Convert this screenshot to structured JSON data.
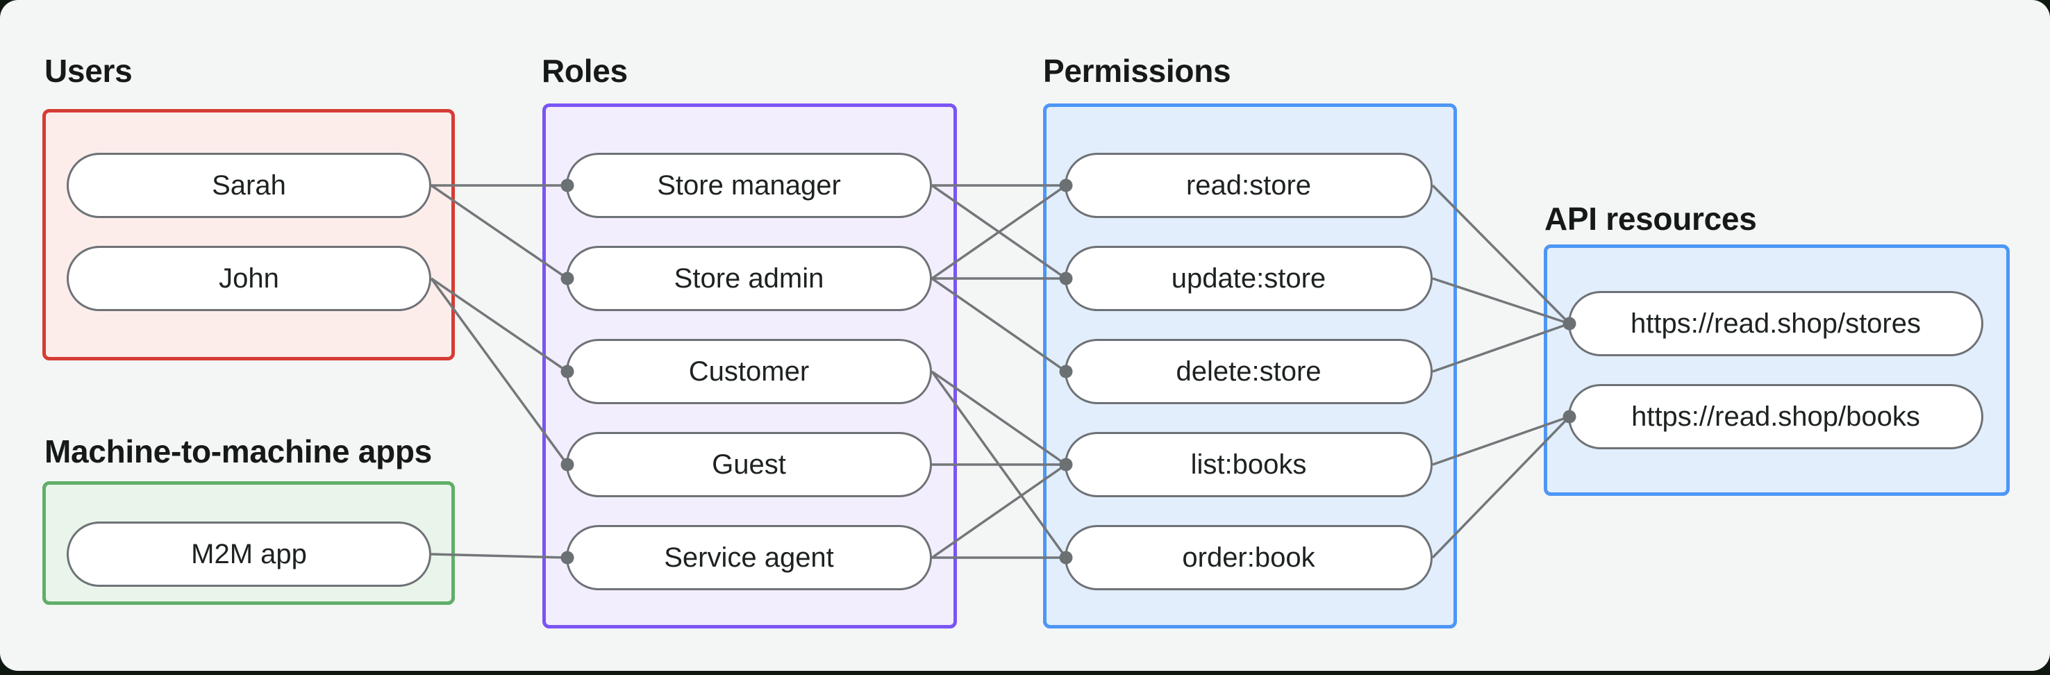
{
  "page": {
    "frame_background": "#0f1912",
    "canvas_background": "#f4f6f5"
  },
  "diagram": {
    "groups": [
      {
        "id": "users",
        "label": "Users",
        "border_color": "#d53c35",
        "fill_color": "#fcedeb"
      },
      {
        "id": "m2m",
        "label": "Machine-to-machine apps",
        "border_color": "#61ae69",
        "fill_color": "#e9f5ea"
      },
      {
        "id": "roles",
        "label": "Roles",
        "border_color": "#7a55f3",
        "fill_color": "#f3eefd"
      },
      {
        "id": "permissions",
        "label": "Permissions",
        "border_color": "#4d96f5",
        "fill_color": "#e2eefc"
      },
      {
        "id": "api_resources",
        "label": "API resources",
        "border_color": "#4d96f5",
        "fill_color": "#e2eefc"
      }
    ],
    "nodes": [
      {
        "id": "sarah",
        "group": "users",
        "label": "Sarah"
      },
      {
        "id": "john",
        "group": "users",
        "label": "John"
      },
      {
        "id": "m2m-app",
        "group": "m2m",
        "label": "M2M app"
      },
      {
        "id": "store-manager",
        "group": "roles",
        "label": "Store manager"
      },
      {
        "id": "store-admin",
        "group": "roles",
        "label": "Store admin"
      },
      {
        "id": "customer",
        "group": "roles",
        "label": "Customer"
      },
      {
        "id": "guest",
        "group": "roles",
        "label": "Guest"
      },
      {
        "id": "service-agent",
        "group": "roles",
        "label": "Service agent"
      },
      {
        "id": "read-store",
        "group": "permissions",
        "label": "read:store"
      },
      {
        "id": "update-store",
        "group": "permissions",
        "label": "update:store"
      },
      {
        "id": "delete-store",
        "group": "permissions",
        "label": "delete:store"
      },
      {
        "id": "list-books",
        "group": "permissions",
        "label": "list:books"
      },
      {
        "id": "order-book",
        "group": "permissions",
        "label": "order:book"
      },
      {
        "id": "stores",
        "group": "api_resources",
        "label": "https://read.shop/stores"
      },
      {
        "id": "books",
        "group": "api_resources",
        "label": "https://read.shop/books"
      }
    ],
    "edges": [
      [
        "sarah",
        "store-manager"
      ],
      [
        "sarah",
        "store-admin"
      ],
      [
        "john",
        "customer"
      ],
      [
        "john",
        "guest"
      ],
      [
        "m2m-app",
        "service-agent"
      ],
      [
        "store-manager",
        "read-store"
      ],
      [
        "store-manager",
        "update-store"
      ],
      [
        "store-admin",
        "read-store"
      ],
      [
        "store-admin",
        "update-store"
      ],
      [
        "store-admin",
        "delete-store"
      ],
      [
        "customer",
        "list-books"
      ],
      [
        "customer",
        "order-book"
      ],
      [
        "guest",
        "list-books"
      ],
      [
        "service-agent",
        "list-books"
      ],
      [
        "service-agent",
        "order-book"
      ],
      [
        "read-store",
        "stores"
      ],
      [
        "update-store",
        "stores"
      ],
      [
        "delete-store",
        "stores"
      ],
      [
        "list-books",
        "books"
      ],
      [
        "order-book",
        "books"
      ]
    ],
    "edge_color": "#73777a",
    "dot_color": "#6b7073",
    "node_border_color": "#6e7276",
    "node_fill_color": "#ffffff",
    "node_text_color": "#1d2221",
    "label_text_color": "#151a19"
  }
}
